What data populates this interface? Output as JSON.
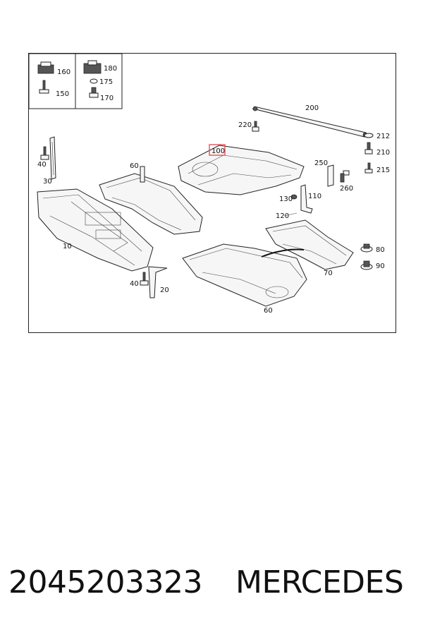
{
  "diagram": {
    "callouts": {
      "c160": "160",
      "c150": "150",
      "c180": "180",
      "c175": "175",
      "c170": "170",
      "c200": "200",
      "c220": "220",
      "c212": "212",
      "c210": "210",
      "c215": "215",
      "c40a": "40",
      "c30": "30",
      "c60a": "60",
      "c100": "100",
      "c250": "250",
      "c260": "260",
      "c130": "130",
      "c110": "110",
      "c120": "120",
      "c10": "10",
      "c80": "80",
      "c90": "90",
      "c70": "70",
      "c40b": "40",
      "c20": "20",
      "c60b": "60"
    },
    "highlight_color": "#e8434d"
  },
  "footer": {
    "part_number": "2045203323",
    "brand": "MERCEDES"
  }
}
